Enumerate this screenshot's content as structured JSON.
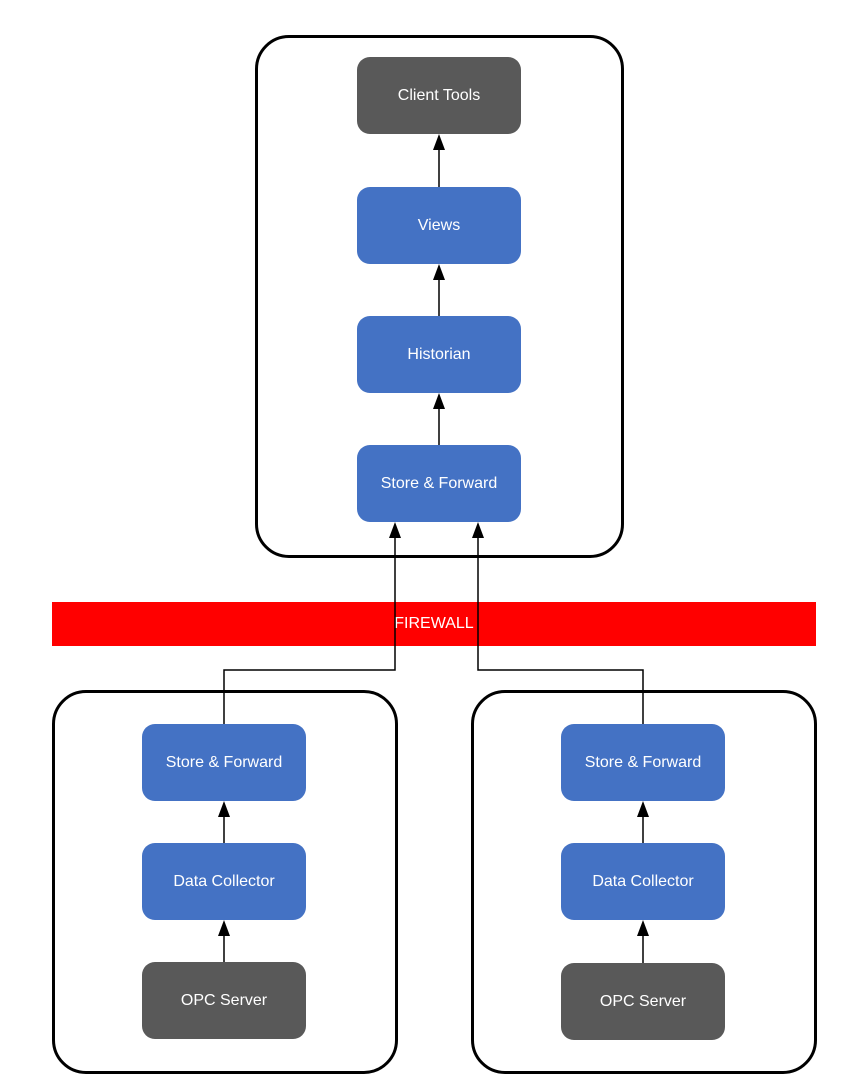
{
  "nodes": {
    "client_tools": "Client Tools",
    "views": "Views",
    "historian": "Historian",
    "store_forward_central": "Store & Forward",
    "store_forward_left": "Store & Forward",
    "data_collector_left": "Data Collector",
    "opc_server_left": "OPC Server",
    "store_forward_right": "Store & Forward",
    "data_collector_right": "Data Collector",
    "opc_server_right": "OPC Server"
  },
  "firewall": {
    "label": "FIREWALL"
  },
  "colors": {
    "service_box": "#4472c4",
    "endpoint_box": "#595959",
    "firewall": "#ff0000",
    "connector": "#000000"
  }
}
